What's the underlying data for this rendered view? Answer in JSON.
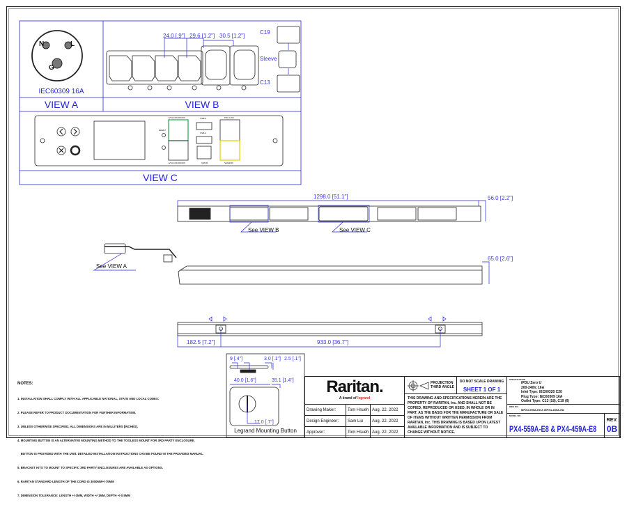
{
  "views": {
    "view_a": {
      "label": "VIEW A",
      "connector": "IEC60309 16A",
      "pins": [
        "N",
        "L",
        "G"
      ]
    },
    "view_b": {
      "label": "VIEW B",
      "dims": [
        "24.0 [.9\"]",
        "29.6 [1.2\"]",
        "30.5 [1.2\"]"
      ],
      "callouts": [
        "C19",
        "Sleeve",
        "C13"
      ]
    },
    "view_c": {
      "label": "VIEW C",
      "ports": [
        "ETH 10/100/1000",
        "USB-A",
        "USB-A",
        "PDU LINK",
        "RESET",
        "ETH 10/100/1000",
        "USB B",
        "SENSOR"
      ]
    }
  },
  "front": {
    "length_dim": "1298.0 [51.1\"]",
    "width_dim": "56.0 [2.2\"]",
    "see_b": "See VIEW B",
    "see_c": "See VIEW C"
  },
  "side": {
    "depth_dim": "65.0 [2.6\"]",
    "see_a": "See VIEW A"
  },
  "rail": {
    "dim_left": "182.5 [7.2\"]",
    "dim_span": "933.0 [36.7\"]"
  },
  "button": {
    "title": "Legrand Mounting Button",
    "dims": [
      "9 [.4\"]",
      "3.0 [.1\"]",
      "2.5 [.1\"]",
      "40.0 [1.6\"]",
      "35.1 [1.4\"]",
      "17.0 [.7\"]"
    ]
  },
  "notes": {
    "title": "NOTES:",
    "items": [
      "1. INSTALLATION SHALL COMPLY WITH ALL APPLICABLE NATIONAL, STATE AND LOCAL CODES.",
      "2. PLEASE REFER TO PRODUCT DOCUMENTATION FOR FURTHER INFORMATION.",
      "3. UNLESS OTHERWISE SPECIFIED, ALL DIMENSIONS ARE IN MILLITERS [INCHES].",
      "4. MOUNTING BUTTON IS AN ALTERNATIVE MOUNTING METHOD TO THE TOOLESS MOUNT FOR 3RD PARTY ENCLOSURE.",
      "    BUTTON IS PROVIDED WITH THE UNIT. DETAILED INSTALLATION INSTRUCTIONS CAN BE FOUND IN THE PROVIDED MANUAL.",
      "5. BRACKET KITS TO MOUNT TO SPECIFIC 3RD PARTY ENCLOSURES ARE AVAILABLE AS OPTIONS.",
      "6. RARITAN STANDARD LENGTH OF THE CORD IS 3000MM+/-70MM",
      "7. DIMENSION TOLERANCE: LENGTH +/-3MM, WIDTH +/-1MM, DEPTH +/-0.5MM"
    ]
  },
  "title_block": {
    "logo": "Raritan.",
    "tagline": "A brand of",
    "brand": "legrand",
    "rows": [
      {
        "role": "Drawing Maker:",
        "name": "Tom Hsueh",
        "date": "Aug. 22. 2022"
      },
      {
        "role": "Design Engineer:",
        "name": "Sam Liu",
        "date": "Aug. 22. 2022"
      },
      {
        "role": "Approver:",
        "name": "Tom Hsueh",
        "date": "Aug. 22. 2022"
      }
    ],
    "projection": "PROJECTION",
    "angle": "THIRD ANGLE",
    "dns": "DO NOT SCALE DRAWING",
    "sheet": "SHEET 1 OF 1",
    "disclaimer": "THIS DRAWING AND SPECIFICATIONS HEREIN ARE THE PROPERTY OF RARITAN, Inc. AND SHALL NOT BE COPIED, REPRODUCED OR USED, IN WHOLE OR IN PART, AS THE BASIS FOR THE MANUFACTURE OR SALE OF ITEMS WITHOUT WRITTEN PERMISSION FROM RARITAN, Inc. THIS DRAWING IS BASED UPON LATEST AVAILABLE INFORMATION AND IS SUBJECT TO CHANGE WITHOUT NOTICE.",
    "spec_label": "SPECIFICATION",
    "spec": [
      "iPDU Zero U",
      "200-240V, 16A",
      "Inlet Type: IEC60320 C20",
      "Plug Type: IEC60309 16A",
      "Outlet Type: C13 (18), C19 (6)"
    ],
    "dwg_label": "DWG NO.",
    "dwg_no": "MPX4-559A-E8 & MPX4-459A-E8",
    "model_label": "MODEL NO.",
    "model_no": "PX4-559A-E8 & PX4-459A-E8",
    "rev_label": "REV.",
    "rev": "0B"
  },
  "colors": {
    "dimension": "#2323e0",
    "line": "#222222",
    "eth_highlight": "#22a050",
    "sensor_highlight": "#e0d000"
  }
}
